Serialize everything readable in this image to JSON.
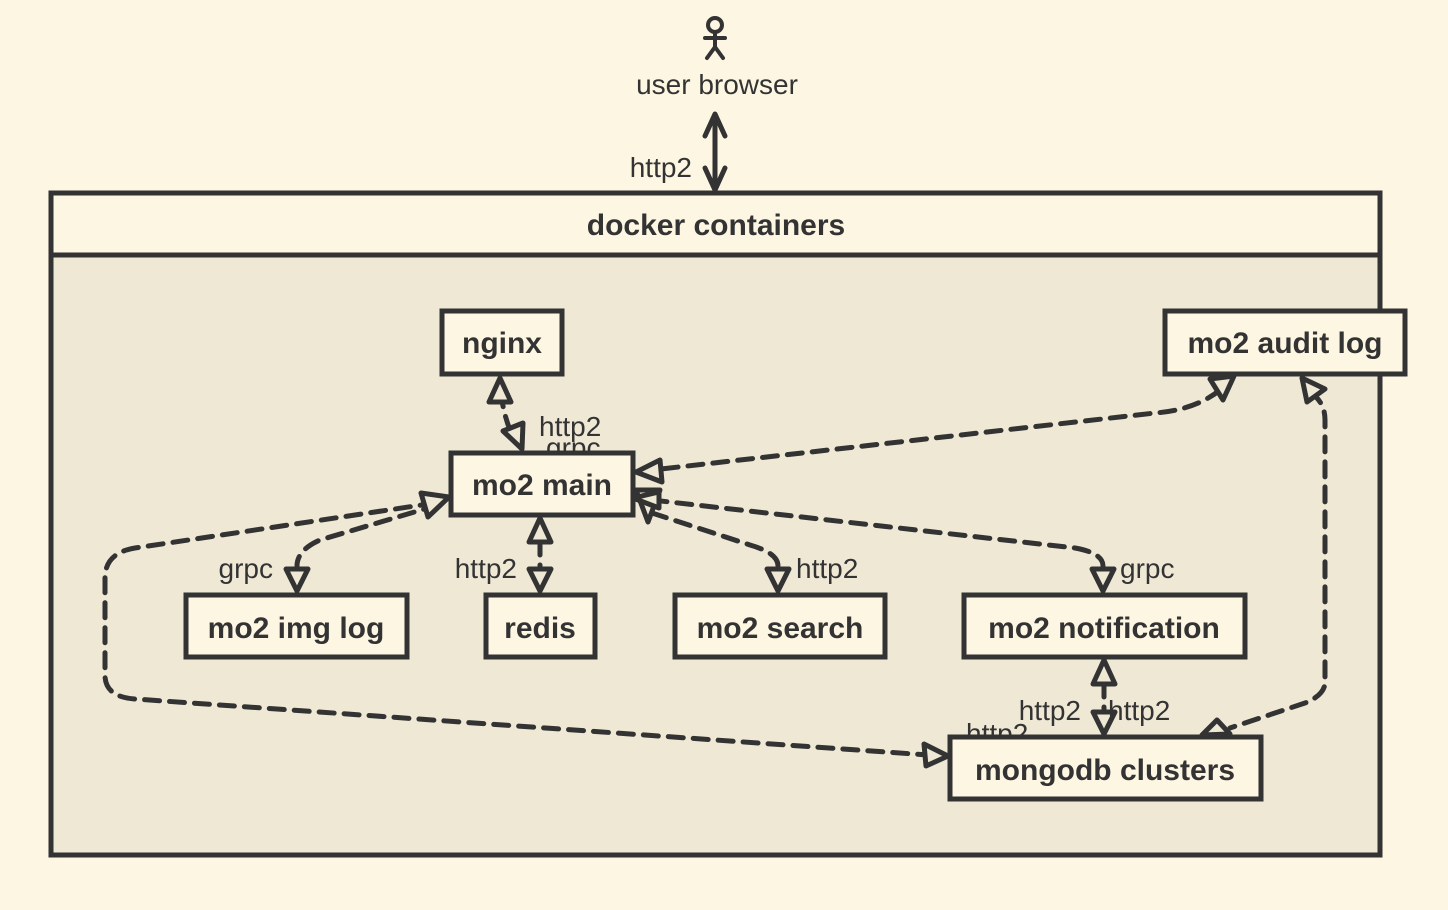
{
  "actor": {
    "label": "user browser",
    "link_label": "http2"
  },
  "container": {
    "title": "docker containers"
  },
  "nodes": {
    "nginx": "nginx",
    "main": "mo2 main",
    "audit": "mo2 audit log",
    "imglog": "mo2 img log",
    "redis": "redis",
    "search": "mo2 search",
    "notification": "mo2 notification",
    "mongodb": "mongodb clusters"
  },
  "edge_labels": {
    "nginx_main_1": "http2",
    "nginx_main_2": "grpc",
    "main_imglog": "grpc",
    "main_redis": "http2",
    "main_search": "http2",
    "main_notification": "grpc",
    "notification_mongo_1": "http2",
    "notification_mongo_2": "http2",
    "mongo_extra": "http2"
  },
  "colors": {
    "background": "#fdf6e3",
    "container_fill": "#eee8d5",
    "ink": "#333333"
  }
}
